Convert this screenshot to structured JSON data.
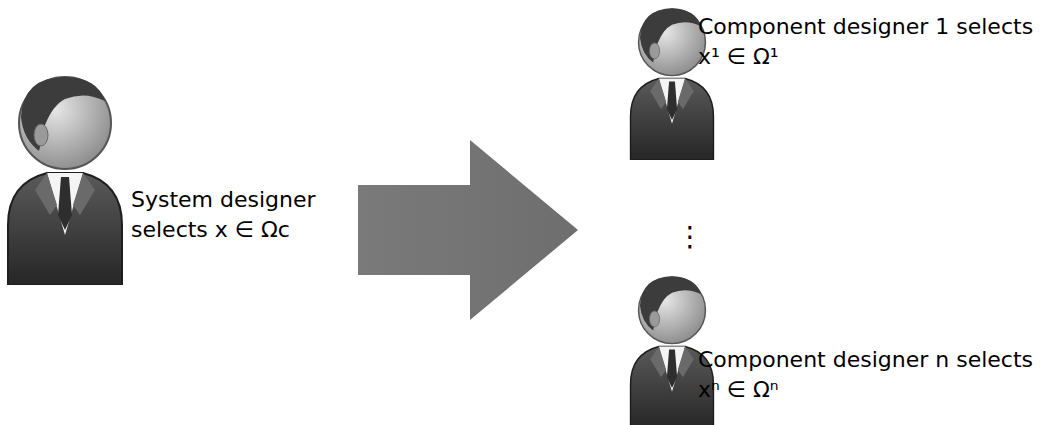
{
  "diagram": {
    "nodes": [
      {
        "text": [
          "System designer selects x ∈ Ωc"
        ]
      },
      {
        "text": [
          "Component designer 1 selects x¹ ∈ Ω¹"
        ]
      },
      {
        "text": [
          "Component designer n selects xⁿ ∈ Ωⁿ"
        ]
      }
    ],
    "labels": [
      "⋮"
    ]
  }
}
